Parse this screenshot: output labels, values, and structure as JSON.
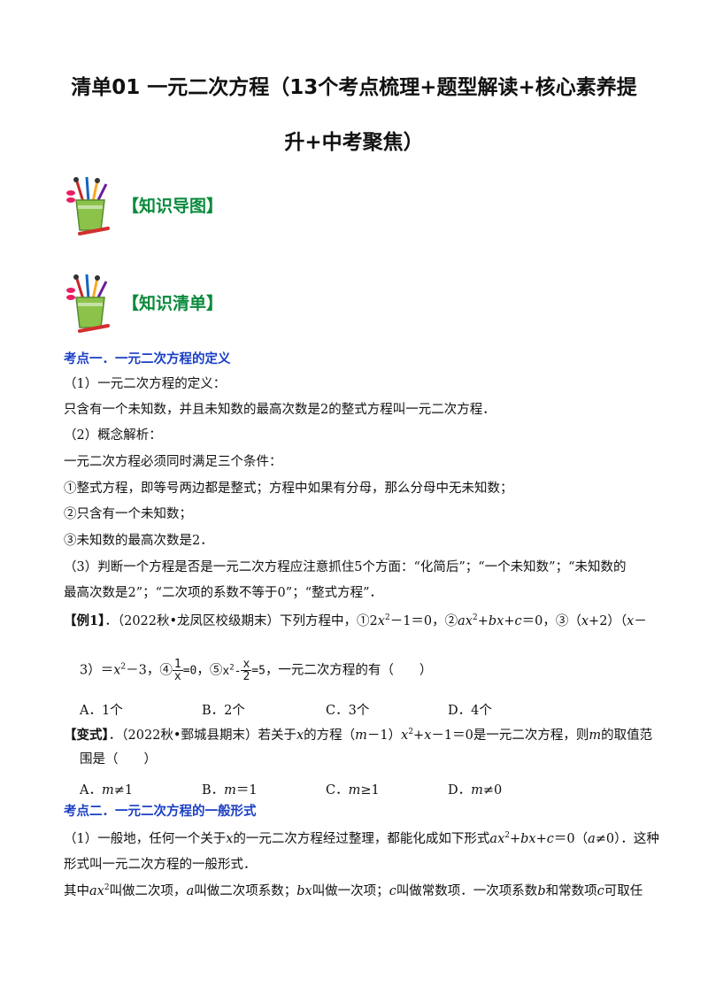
{
  "title_line1": "清单01 一元二次方程（13个考点梳理+题型解读+核心素养提",
  "title_line2": "升+中考聚焦）",
  "section_map": "【知识导图】",
  "section_list": "【知识清单】",
  "kd1": "考点一．一元二次方程的定义",
  "p1": "（1）一元二次方程的定义：",
  "p2": "只含有一个未知数，并且未知数的最高次数是2的整式方程叫一元二次方程．",
  "p3": "（2）概念解析：",
  "p4": "一元二次方程必须同时满足三个条件：",
  "p5": "①整式方程，即等号两边都是整式；方程中如果有分母，那么分母中无未知数；",
  "p6": "②只含有一个未知数；",
  "p7": "③未知数的最高次数是2．",
  "p8": "（3）判断一个方程是否是一元二次方程应注意抓住5个方面：“化简后”；“一个未知数”；“未知数的",
  "p9": "最高次数是2”；“二次项的系数不等于0”；“整式方程”．",
  "ex1_tag": "【例1】",
  "ex1_src": "．（2022秋•龙凤区校级期末）下列方程中，",
  "ex1_e1a": "①2",
  "ex1_e1b": "－1＝0，",
  "ex1_e2": "②",
  "ex1_e3": "③（",
  "ex1_e3b": "+2）（",
  "ex1_e3c": "－",
  "ex1_cont": "3）＝",
  "ex1_cont2": "－3，④",
  "ex1_frac_n": "1",
  "ex1_frac_d": "x",
  "ex1_eq0": "=0",
  "ex1_e5": "，⑤",
  "ex1_e5_frac_n": "x",
  "ex1_e5_frac_d": "2",
  "ex1_eq5": "=5",
  "ex1_tail": "，一元二次方程的有（　　）",
  "opt_a": "A．1个",
  "opt_b": "B．2个",
  "opt_c": "C．3个",
  "opt_d": "D．4个",
  "var_tag": "【变式】",
  "var_text": "．（2022秋•鄄城县期末）若关于",
  "var_text2": "的方程（",
  "var_text3": "－1）",
  "var_text4": "+",
  "var_text5": "－1＝0是一元二次方程，则",
  "var_text6": "的取值范",
  "var_cont": "围是（　　）",
  "vopt_a": "≠1",
  "vopt_b": "＝1",
  "vopt_c": "≥1",
  "vopt_d": "≠0",
  "kd2": "考点二．一元二次方程的一般形式",
  "g1a": "（1）一般地，任何一个关于",
  "g1b": "的一元二次方程经过整理，都能化成如下形式",
  "g1c": "＝0（",
  "g1d": "≠0）．这种",
  "g2": "形式叫一元二次方程的一般形式．",
  "g3a": "其中",
  "g3b": "叫做二次项，",
  "g3c": "叫做二次项系数；",
  "g3d": "叫做一次项；",
  "g3e": "叫做常数项．一次项系数",
  "g3f": "和常数项",
  "g3g": "可取任"
}
